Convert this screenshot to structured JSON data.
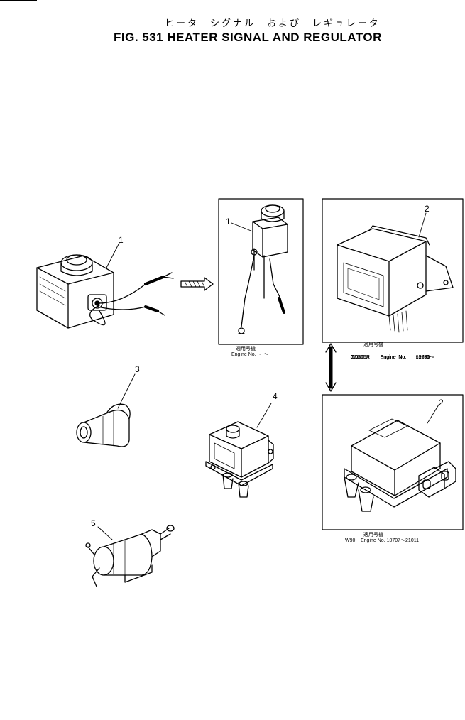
{
  "header": {
    "title_jp": "ヒータ　シグナル　および　レギュレータ",
    "title_en": "FIG. 531  HEATER  SIGNAL  AND  REGULATOR"
  },
  "callouts": {
    "p1a": "1",
    "p1b": "1",
    "p2a": "2",
    "p2b": "2",
    "p3": "3",
    "p4": "4",
    "p5": "5"
  },
  "applicability": {
    "box1": {
      "jp": "適用号機",
      "line": "Engine  No.      ・   ～"
    },
    "box2": {
      "jp": "適用号機",
      "rows": [
        {
          "model": "GD505R",
          "label": "Engine  No.",
          "serial": "12201～"
        },
        {
          "model": "GD505A",
          "label": "Engine  No.",
          "serial": "19730～"
        },
        {
          "model": "GD500R",
          "label": "Engine  No.",
          "serial": "19730～"
        },
        {
          "model": "JV100",
          "label": "Engine  No.",
          "serial": "61676～"
        }
      ]
    },
    "box3": {
      "jp": "適用号機",
      "model": "W90",
      "line": "Engine  No.  10707～21011"
    }
  }
}
